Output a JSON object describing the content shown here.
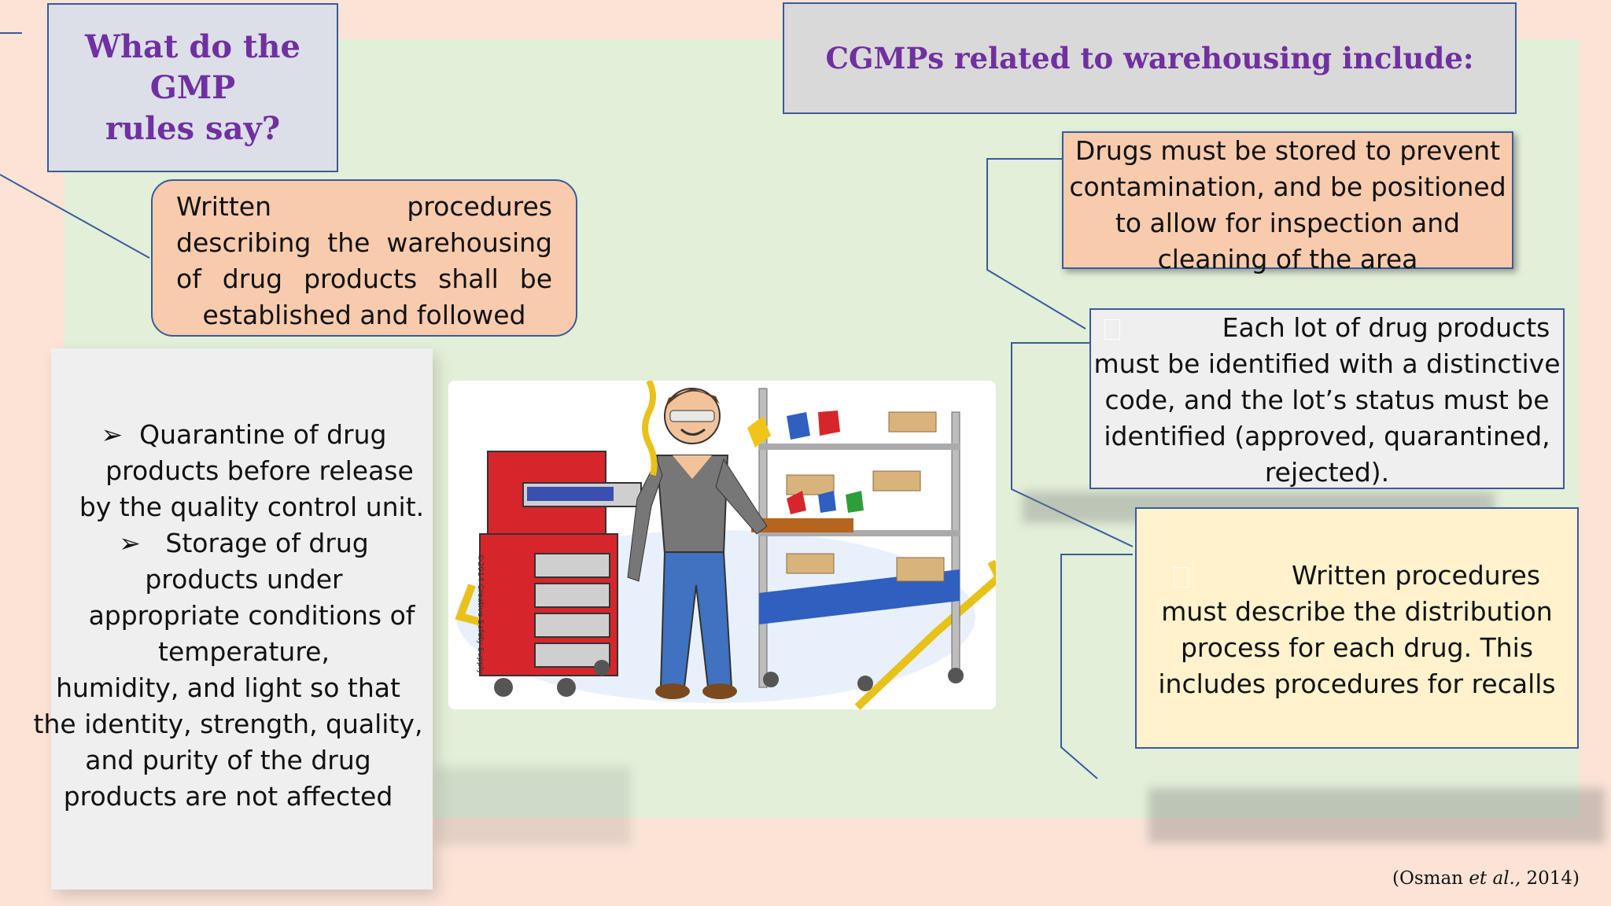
{
  "title": {
    "line1": "What do the GMP",
    "line2": "rules say?"
  },
  "header": "CGMPs related to warehousing include:",
  "procedures_box": "Written procedures describing the warehousing of drug products shall be established and followed",
  "storage_list": {
    "item1": [
      "Quarantine of drug",
      "products before release",
      "by the quality control unit."
    ],
    "item2": [
      "Storage of drug",
      "products under",
      "appropriate conditions of",
      "temperature,",
      "humidity, and light so that",
      "the identity, strength, quality,",
      "and purity of the drug",
      "products are not affected"
    ]
  },
  "drugs_box": [
    "Drugs must be stored to prevent",
    "contamination, and be positioned",
    "to allow for inspection and",
    "cleaning of the area"
  ],
  "lot_box": [
    "Each lot of drug products",
    "must be identified with a distinctive",
    "code, and the lot’s status must be",
    "identified (approved, quarantined,",
    "rejected)."
  ],
  "written_box": [
    "Written procedures",
    "must describe the distribution",
    "process for each drug. This",
    "includes procedures for recalls"
  ],
  "citation": {
    "open": "(Osman ",
    "italic": "et al.,",
    "close": " 2014)"
  },
  "bullet_glyph": "➢",
  "illustration": {
    "copyright": "©2014 Creative Safety Supply"
  },
  "colors": {
    "background": "#fbe3d6",
    "green_panel": "#e2efd9",
    "title_text": "#7030a0",
    "border": "#3b5a9a",
    "peach": "#f8cbad",
    "cream": "#fff2cc",
    "grey": "#efefef"
  }
}
